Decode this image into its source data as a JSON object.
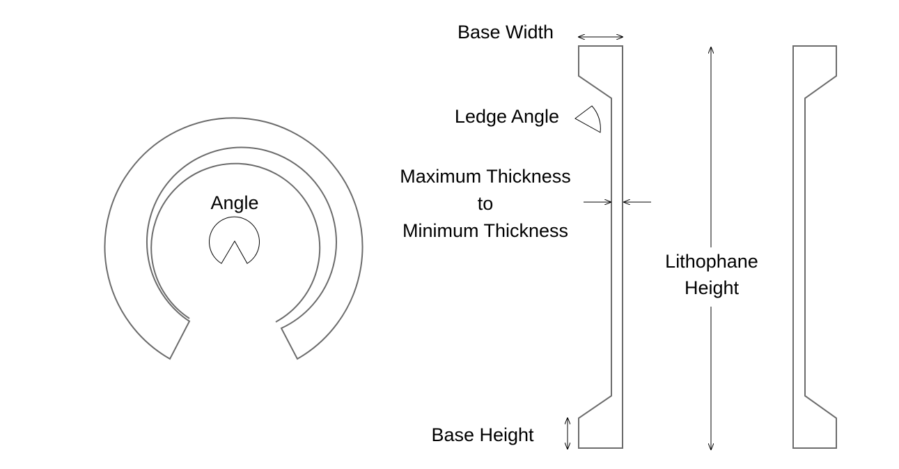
{
  "labels": {
    "angle": "Angle",
    "base_width": "Base Width",
    "ledge_angle": "Ledge Angle",
    "thickness_line1": "Maximum Thickness",
    "thickness_line2": "to",
    "thickness_line3": "Minimum Thickness",
    "lithophane_line1": "Lithophane",
    "lithophane_line2": "Height",
    "base_height": "Base Height"
  },
  "colors": {
    "outline": "#6b6b6b",
    "text": "#000000",
    "background": "#ffffff"
  }
}
